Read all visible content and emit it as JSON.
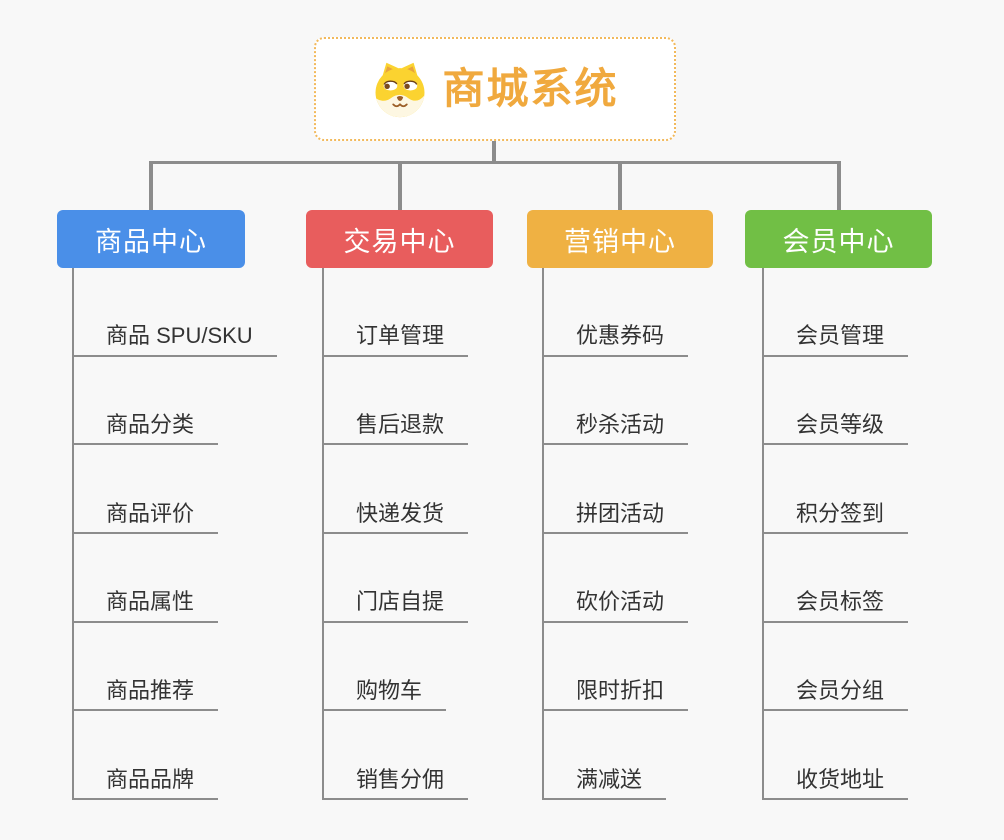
{
  "root": {
    "title": "商城系统",
    "icon": "shiba-dog-icon"
  },
  "branches": [
    {
      "label": "商品中心",
      "color": "#4a8fe8",
      "items": [
        "商品 SPU/SKU",
        "商品分类",
        "商品评价",
        "商品属性",
        "商品推荐",
        "商品品牌"
      ]
    },
    {
      "label": "交易中心",
      "color": "#e85d5d",
      "items": [
        "订单管理",
        "售后退款",
        "快递发货",
        "门店自提",
        "购物车",
        "销售分佣"
      ]
    },
    {
      "label": "营销中心",
      "color": "#efb143",
      "items": [
        "优惠券码",
        "秒杀活动",
        "拼团活动",
        "砍价活动",
        "限时折扣",
        "满减送"
      ]
    },
    {
      "label": "会员中心",
      "color": "#71bf45",
      "items": [
        "会员管理",
        "会员等级",
        "积分签到",
        "会员标签",
        "会员分组",
        "收货地址"
      ]
    }
  ],
  "colors": {
    "connector": "#8c8c8c",
    "line": "#8c8c8c",
    "item_text": "#333333",
    "background": "#f8f8f8",
    "root_title": "#f0a93e",
    "root_border": "#f2b95c"
  }
}
